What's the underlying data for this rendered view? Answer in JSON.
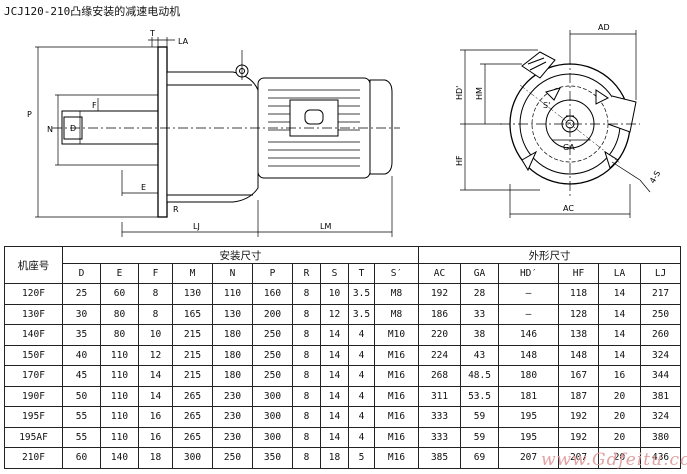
{
  "title": "JCJ120-210凸缘安装的减速电动机",
  "drawing_labels": {
    "T": "T",
    "LA": "LA",
    "P": "P",
    "N": "N",
    "D": "D",
    "F": "F",
    "E": "E",
    "R": "R",
    "LJ": "LJ",
    "LM": "LM",
    "AD": "AD",
    "HD": "HD'",
    "HM": "HM",
    "HF": "HF",
    "GA": "GA",
    "AC": "AC",
    "S": "S'",
    "S4": "4-S"
  },
  "table": {
    "model_header": "机座号",
    "group_install": "安装尺寸",
    "group_outline": "外形尺寸",
    "columns": [
      "D",
      "E",
      "F",
      "M",
      "N",
      "P",
      "R",
      "S",
      "T",
      "S′",
      "AC",
      "GA",
      "HD′",
      "HF",
      "LA",
      "LJ"
    ],
    "rows": [
      [
        "120F",
        "25",
        "60",
        "8",
        "130",
        "110",
        "160",
        "8",
        "10",
        "3.5",
        "M8",
        "192",
        "28",
        "—",
        "118",
        "14",
        "217"
      ],
      [
        "130F",
        "30",
        "80",
        "8",
        "165",
        "130",
        "200",
        "8",
        "12",
        "3.5",
        "M8",
        "186",
        "33",
        "—",
        "128",
        "14",
        "250"
      ],
      [
        "140F",
        "35",
        "80",
        "10",
        "215",
        "180",
        "250",
        "8",
        "14",
        "4",
        "M10",
        "220",
        "38",
        "146",
        "138",
        "14",
        "260"
      ],
      [
        "150F",
        "40",
        "110",
        "12",
        "215",
        "180",
        "250",
        "8",
        "14",
        "4",
        "M16",
        "224",
        "43",
        "148",
        "148",
        "14",
        "324"
      ],
      [
        "170F",
        "45",
        "110",
        "14",
        "215",
        "180",
        "250",
        "8",
        "14",
        "4",
        "M16",
        "268",
        "48.5",
        "180",
        "167",
        "16",
        "344"
      ],
      [
        "190F",
        "50",
        "110",
        "14",
        "265",
        "230",
        "300",
        "8",
        "14",
        "4",
        "M16",
        "311",
        "53.5",
        "181",
        "187",
        "20",
        "381"
      ],
      [
        "195F",
        "55",
        "110",
        "16",
        "265",
        "230",
        "300",
        "8",
        "14",
        "4",
        "M16",
        "333",
        "59",
        "195",
        "192",
        "20",
        "324"
      ],
      [
        "195AF",
        "55",
        "110",
        "16",
        "265",
        "230",
        "300",
        "8",
        "14",
        "4",
        "M16",
        "333",
        "59",
        "195",
        "192",
        "20",
        "380"
      ],
      [
        "210F",
        "60",
        "140",
        "18",
        "300",
        "250",
        "350",
        "8",
        "18",
        "5",
        "M16",
        "385",
        "69",
        "207",
        "207",
        "20",
        "436"
      ]
    ]
  },
  "watermark": "www.Gdfeitu.com"
}
